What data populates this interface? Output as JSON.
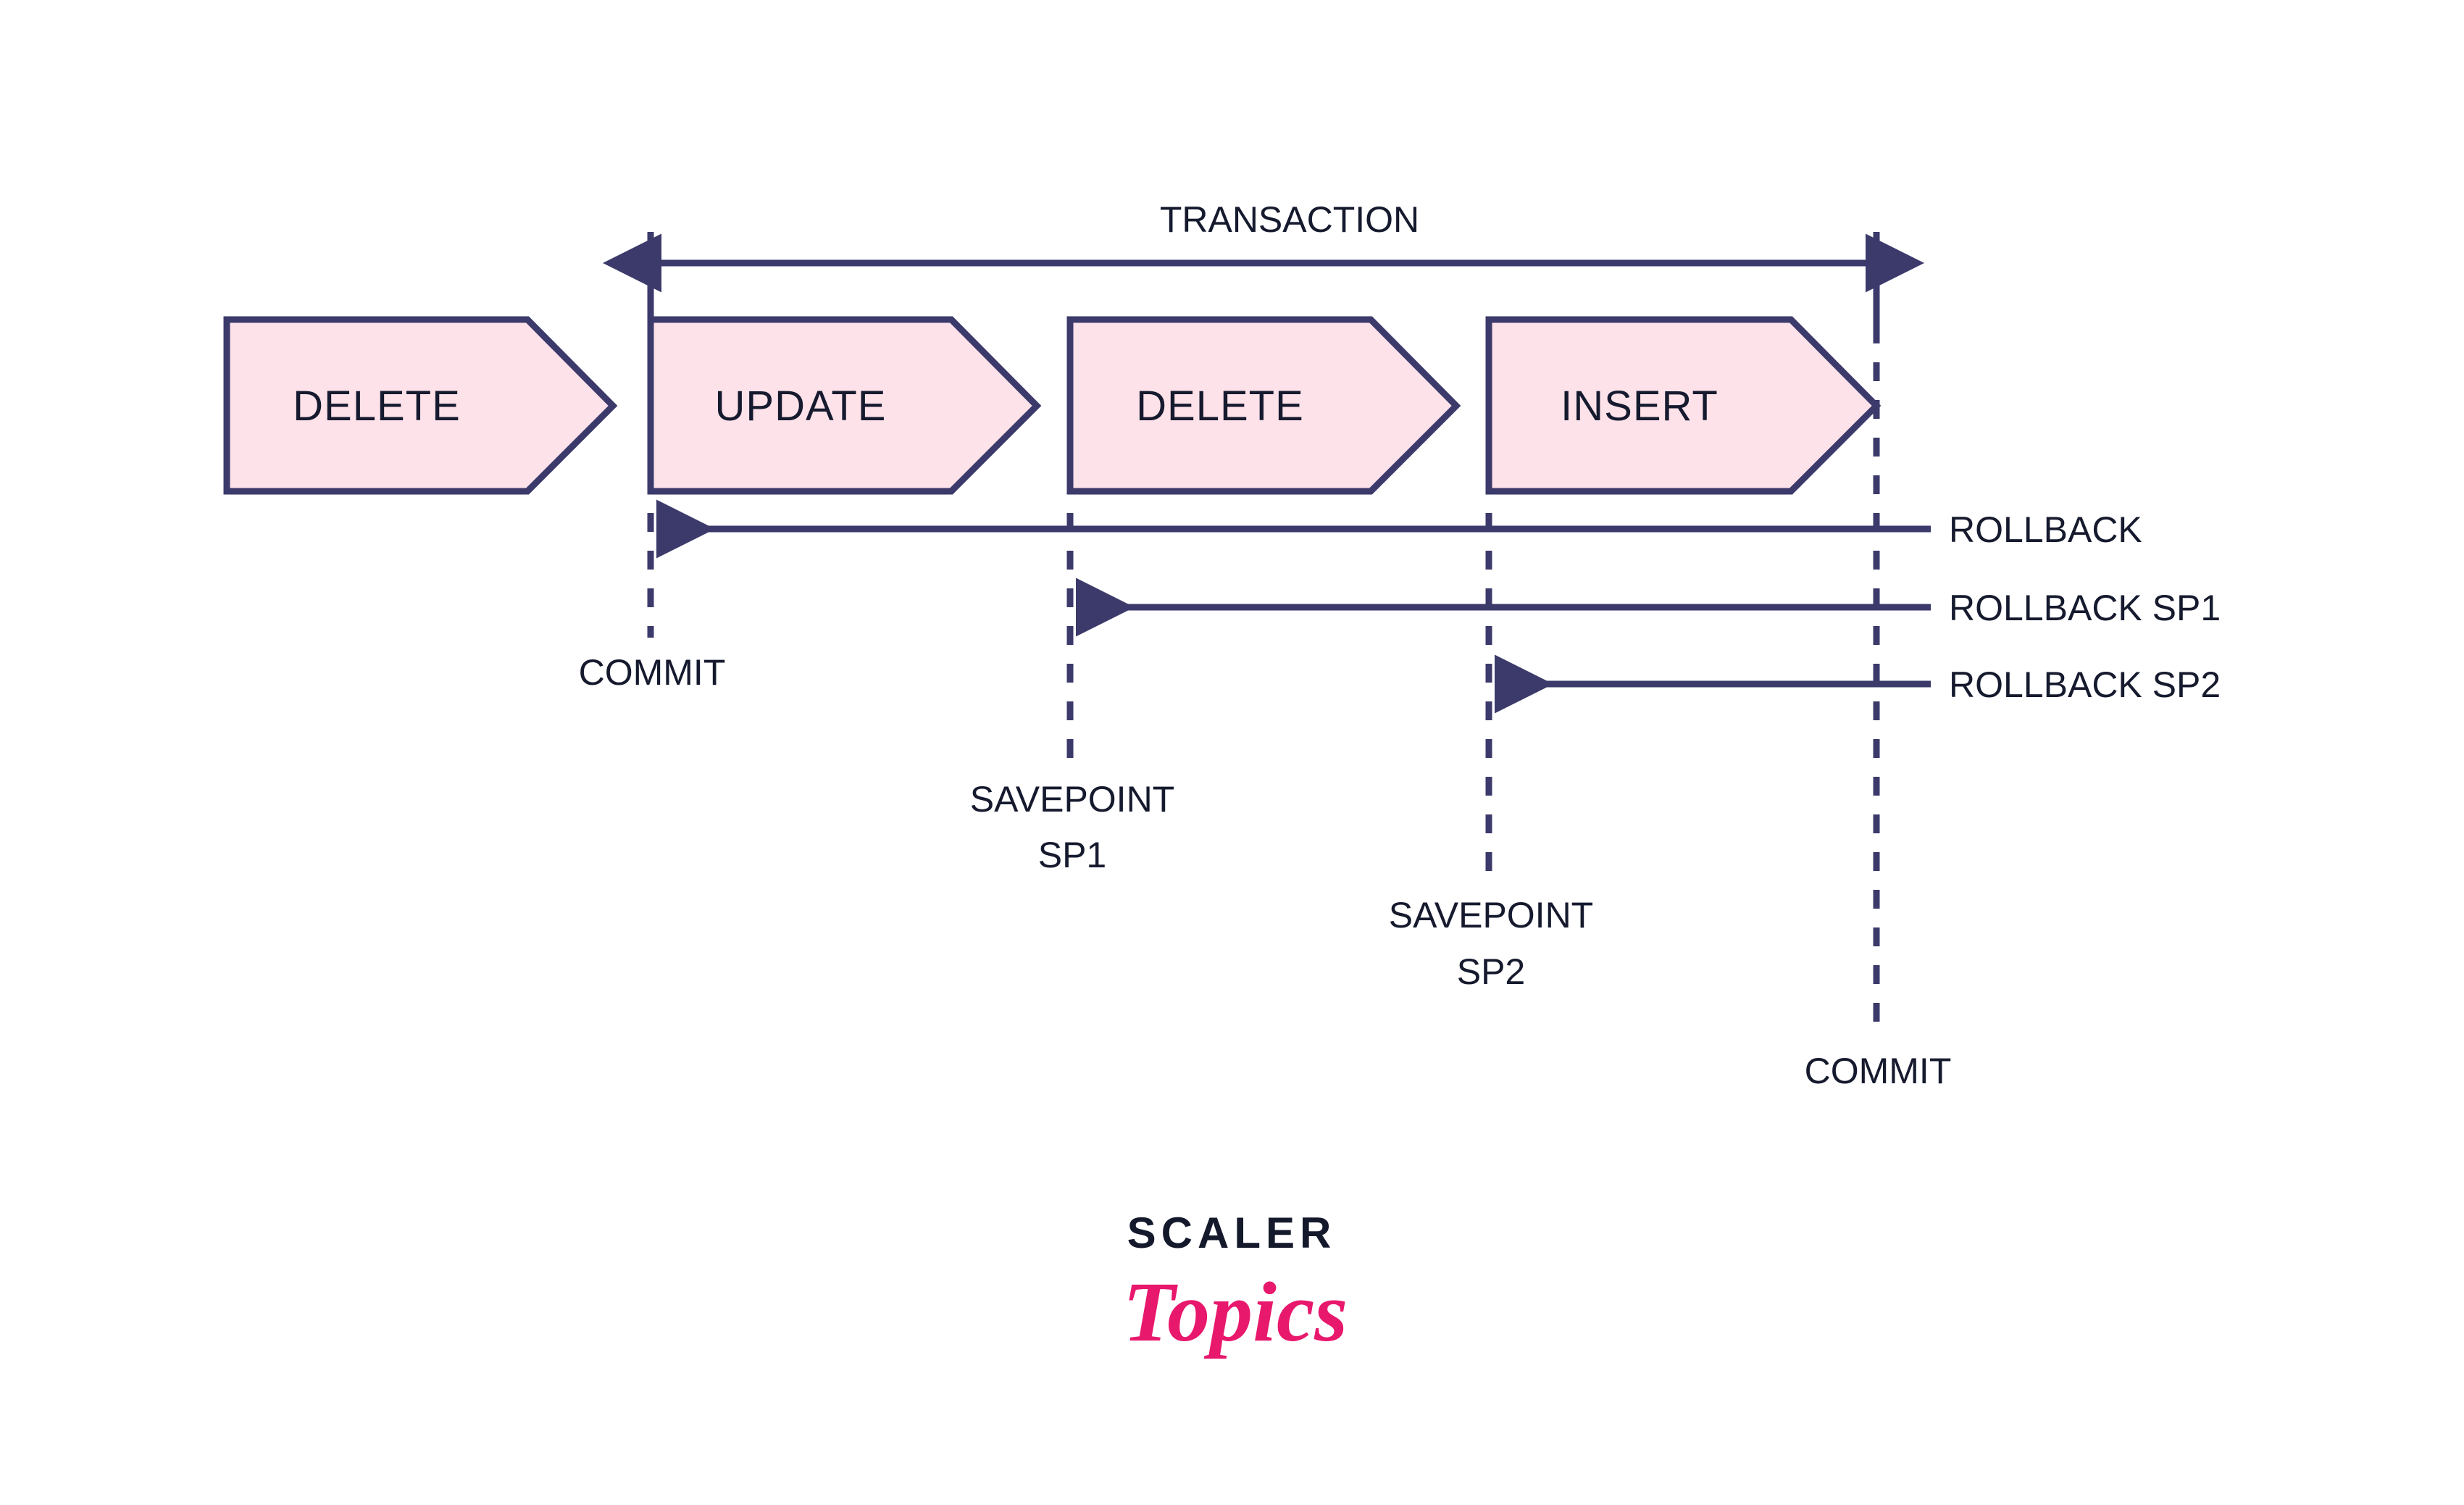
{
  "diagram": {
    "title_arrow_label": "TRANSACTION",
    "colors": {
      "shape_fill": "#fde2ea",
      "stroke": "#3b3a6b",
      "text": "#161a2e",
      "logo_pink": "#e8186d",
      "logo_dark": "#15192c",
      "background": "#ffffff"
    },
    "operations": [
      {
        "label": "DELETE",
        "inside_transaction": false
      },
      {
        "label": "UPDATE",
        "inside_transaction": true
      },
      {
        "label": "DELETE",
        "inside_transaction": true
      },
      {
        "label": "INSERT",
        "inside_transaction": true
      }
    ],
    "markers": [
      {
        "label": "COMMIT",
        "lines": [
          "COMMIT"
        ]
      },
      {
        "label": "SAVEPOINT SP1",
        "lines": [
          "SAVEPOINT",
          "SP1"
        ]
      },
      {
        "label": "SAVEPOINT SP2",
        "lines": [
          "SAVEPOINT",
          "SP2"
        ]
      },
      {
        "label": "COMMIT",
        "lines": [
          "COMMIT"
        ]
      }
    ],
    "rollbacks": [
      {
        "label": "ROLLBACK"
      },
      {
        "label": "ROLLBACK SP1"
      },
      {
        "label": "ROLLBACK SP2"
      }
    ]
  },
  "logo": {
    "top": "SCALER",
    "bottom": "Topics"
  }
}
